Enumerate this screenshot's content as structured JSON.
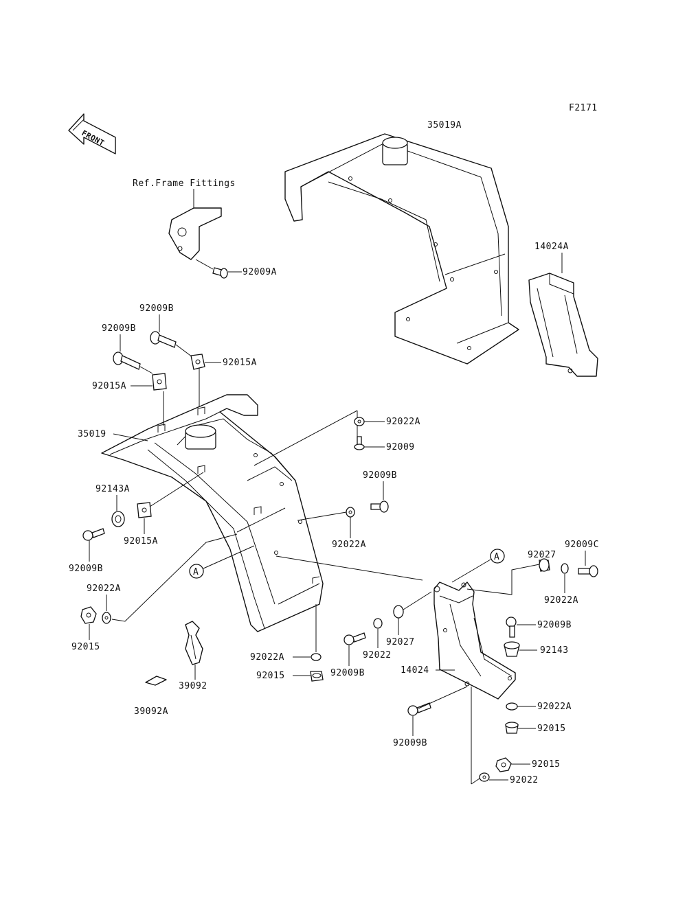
{
  "figure_code": "F2171",
  "front_arrow_label": "FRONT",
  "ref_note": "Ref.Frame Fittings",
  "callout_letter": "A",
  "labels": {
    "p35019A": "35019A",
    "p14024A": "14024A",
    "p92009A": "92009A",
    "p92009B_1": "92009B",
    "p92009B_2": "92009B",
    "p92015A_1": "92015A",
    "p92015A_2": "92015A",
    "p35019": "35019",
    "p92022A_1": "92022A",
    "p92009": "92009",
    "p92009B_3": "92009B",
    "p92143A": "92143A",
    "p92015A_3": "92015A",
    "p92022A_2": "92022A",
    "p92009B_4": "92009B",
    "p92022A_3": "92022A",
    "p92015_1": "92015",
    "p92027_1": "92027",
    "p92009C": "92009C",
    "p92022A_4": "92022A",
    "p92009B_5": "92009B",
    "p92143": "92143",
    "p92027_2": "92027",
    "p92022": "92022",
    "p92009B_6": "92009B",
    "p14024": "14024",
    "p92022A_5": "92022A",
    "p92015_2": "92015",
    "p39092": "39092",
    "p39092A": "39092A",
    "p92022A_6": "92022A",
    "p92015_3": "92015",
    "p92009B_7": "92009B",
    "p92015_4": "92015",
    "p92022_2": "92022"
  }
}
